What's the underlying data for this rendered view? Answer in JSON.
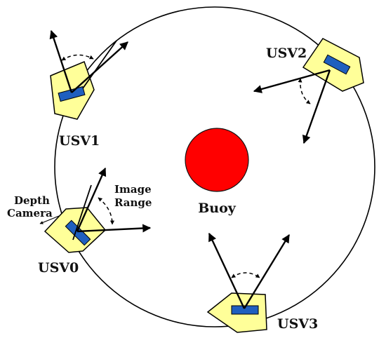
{
  "labels": {
    "buoy": "Buoy",
    "usv0": "USV0",
    "usv1": "USV1",
    "usv2": "USV2",
    "usv3": "USV3",
    "depth_camera_line1": "Depth",
    "depth_camera_line2": "Camera",
    "image_range_line1": "Image",
    "image_range_line2": "Range"
  },
  "colors": {
    "buoy_fill": "#ff0000",
    "hull_fill": "#ffff99",
    "sensor_fill": "#1f5fbf",
    "line": "#000000"
  }
}
